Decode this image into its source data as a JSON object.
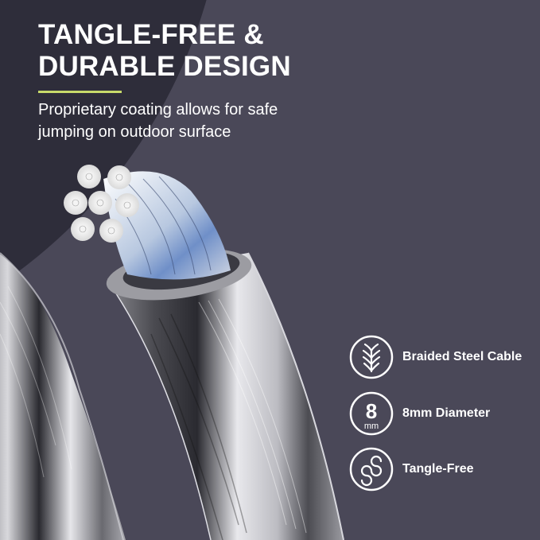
{
  "colors": {
    "background_light": "#4a4858",
    "background_dark": "#2e2d3a",
    "accent_line": "#c8da6a",
    "text": "#ffffff"
  },
  "header": {
    "title": "TANGLE-FREE & DURABLE DESIGN",
    "subtitle": "Proprietary coating allows for safe jumping on outdoor surface"
  },
  "product_image": {
    "subject": "braided-steel-cable-cross-section"
  },
  "features": [
    {
      "icon": "braid-icon",
      "label": "Braided Steel Cable"
    },
    {
      "icon": "diameter-8mm-icon",
      "icon_number": "8",
      "icon_unit": "mm",
      "label": "8mm Diameter"
    },
    {
      "icon": "tangle-free-icon",
      "label": "Tangle-Free"
    }
  ]
}
